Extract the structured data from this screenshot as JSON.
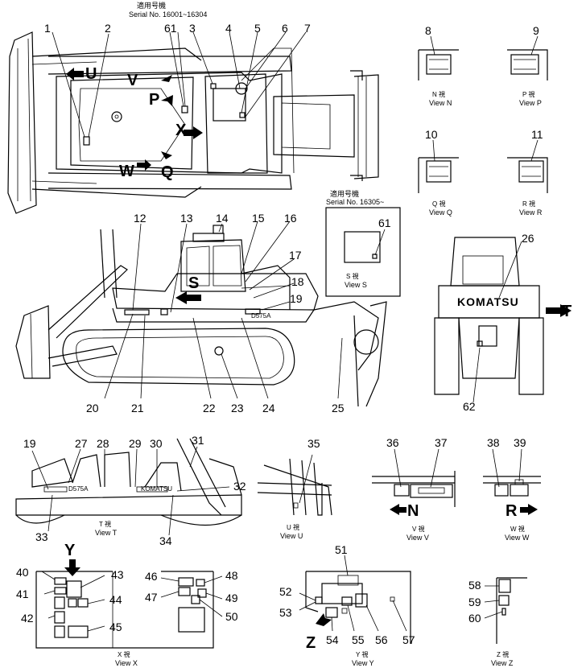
{
  "serial_top": {
    "jp": "適用号機",
    "text": "Serial  No.  16001~16304"
  },
  "serial_mid": {
    "jp": "適用号機",
    "text": "Serial  No.  16305~"
  },
  "callouts": {
    "c1": "1",
    "c2": "2",
    "c3": "3",
    "c4": "4",
    "c5": "5",
    "c6": "6",
    "c7": "7",
    "c8": "8",
    "c9": "9",
    "c10": "10",
    "c11": "11",
    "c12": "12",
    "c13": "13",
    "c14": "14",
    "c15": "15",
    "c16": "16",
    "c17": "17",
    "c18": "18",
    "c19a": "19",
    "c19b": "19",
    "c20": "20",
    "c21": "21",
    "c22": "22",
    "c23": "23",
    "c24": "24",
    "c25": "25",
    "c26": "26",
    "c27": "27",
    "c28": "28",
    "c29": "29",
    "c30": "30",
    "c31": "31",
    "c32": "32",
    "c33": "33",
    "c34": "34",
    "c35": "35",
    "c36": "36",
    "c37": "37",
    "c38": "38",
    "c39": "39",
    "c40": "40",
    "c41": "41",
    "c42": "42",
    "c43": "43",
    "c44": "44",
    "c45": "45",
    "c46": "46",
    "c47": "47",
    "c48": "48",
    "c49": "49",
    "c50": "50",
    "c51": "51",
    "c52": "52",
    "c53": "53",
    "c54": "54",
    "c55": "55",
    "c56": "56",
    "c57": "57",
    "c58": "58",
    "c59": "59",
    "c60": "60",
    "c61a": "61",
    "c61b": "61",
    "c62": "62"
  },
  "view_letters": {
    "U": "U",
    "V": "V",
    "P": "P",
    "X": "X",
    "W": "W",
    "Q": "Q",
    "S": "S",
    "T": "T",
    "N": "N",
    "R": "R",
    "Y": "Y",
    "Z": "Z"
  },
  "views": {
    "n": {
      "jp": "N  視",
      "en": "View  N"
    },
    "p": {
      "jp": "P  視",
      "en": "View  P"
    },
    "q": {
      "jp": "Q  視",
      "en": "View  Q"
    },
    "r": {
      "jp": "R  視",
      "en": "View  R"
    },
    "s": {
      "jp": "S  視",
      "en": "View  S"
    },
    "t": {
      "jp": "T  視",
      "en": "View  T"
    },
    "u": {
      "jp": "U  視",
      "en": "View  U"
    },
    "v": {
      "jp": "V  視",
      "en": "View  V"
    },
    "w": {
      "jp": "W  視",
      "en": "View  W"
    },
    "x": {
      "jp": "X  視",
      "en": "View  X"
    },
    "y": {
      "jp": "Y  視",
      "en": "View  Y"
    },
    "z": {
      "jp": "Z  視",
      "en": "View  Z"
    }
  },
  "machine_text": {
    "brand": "KOMATSU",
    "model_side": "D575A",
    "model_t": "D575A",
    "brand_t": "KOMATSU"
  }
}
